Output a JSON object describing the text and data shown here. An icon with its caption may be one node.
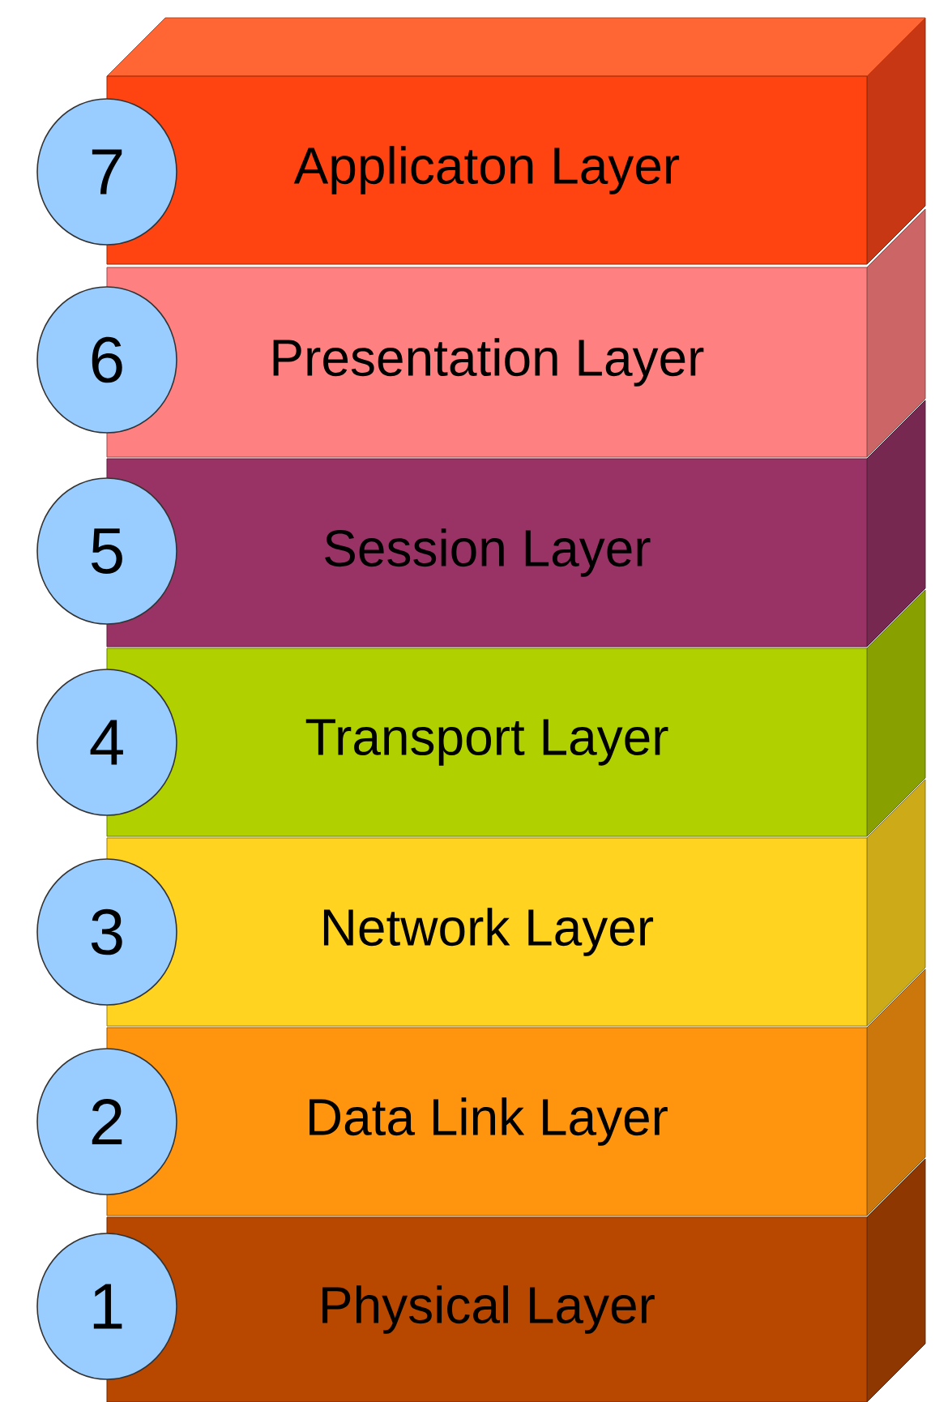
{
  "diagram": {
    "nodes": [
      {
        "text": [
          "7"
        ]
      },
      {
        "text": [
          "Applicaton Layer"
        ]
      },
      {
        "text": [
          "6"
        ]
      },
      {
        "text": [
          "Presentation Layer"
        ]
      },
      {
        "text": [
          "5"
        ]
      },
      {
        "text": [
          "Session Layer"
        ]
      },
      {
        "text": [
          "4"
        ]
      },
      {
        "text": [
          "Transport Layer"
        ]
      },
      {
        "text": [
          "3"
        ]
      },
      {
        "text": [
          "Network Layer"
        ]
      },
      {
        "text": [
          "2"
        ]
      },
      {
        "text": [
          "Data Link Layer"
        ]
      },
      {
        "text": [
          "1"
        ]
      },
      {
        "text": [
          "Physical Layer"
        ]
      }
    ]
  }
}
